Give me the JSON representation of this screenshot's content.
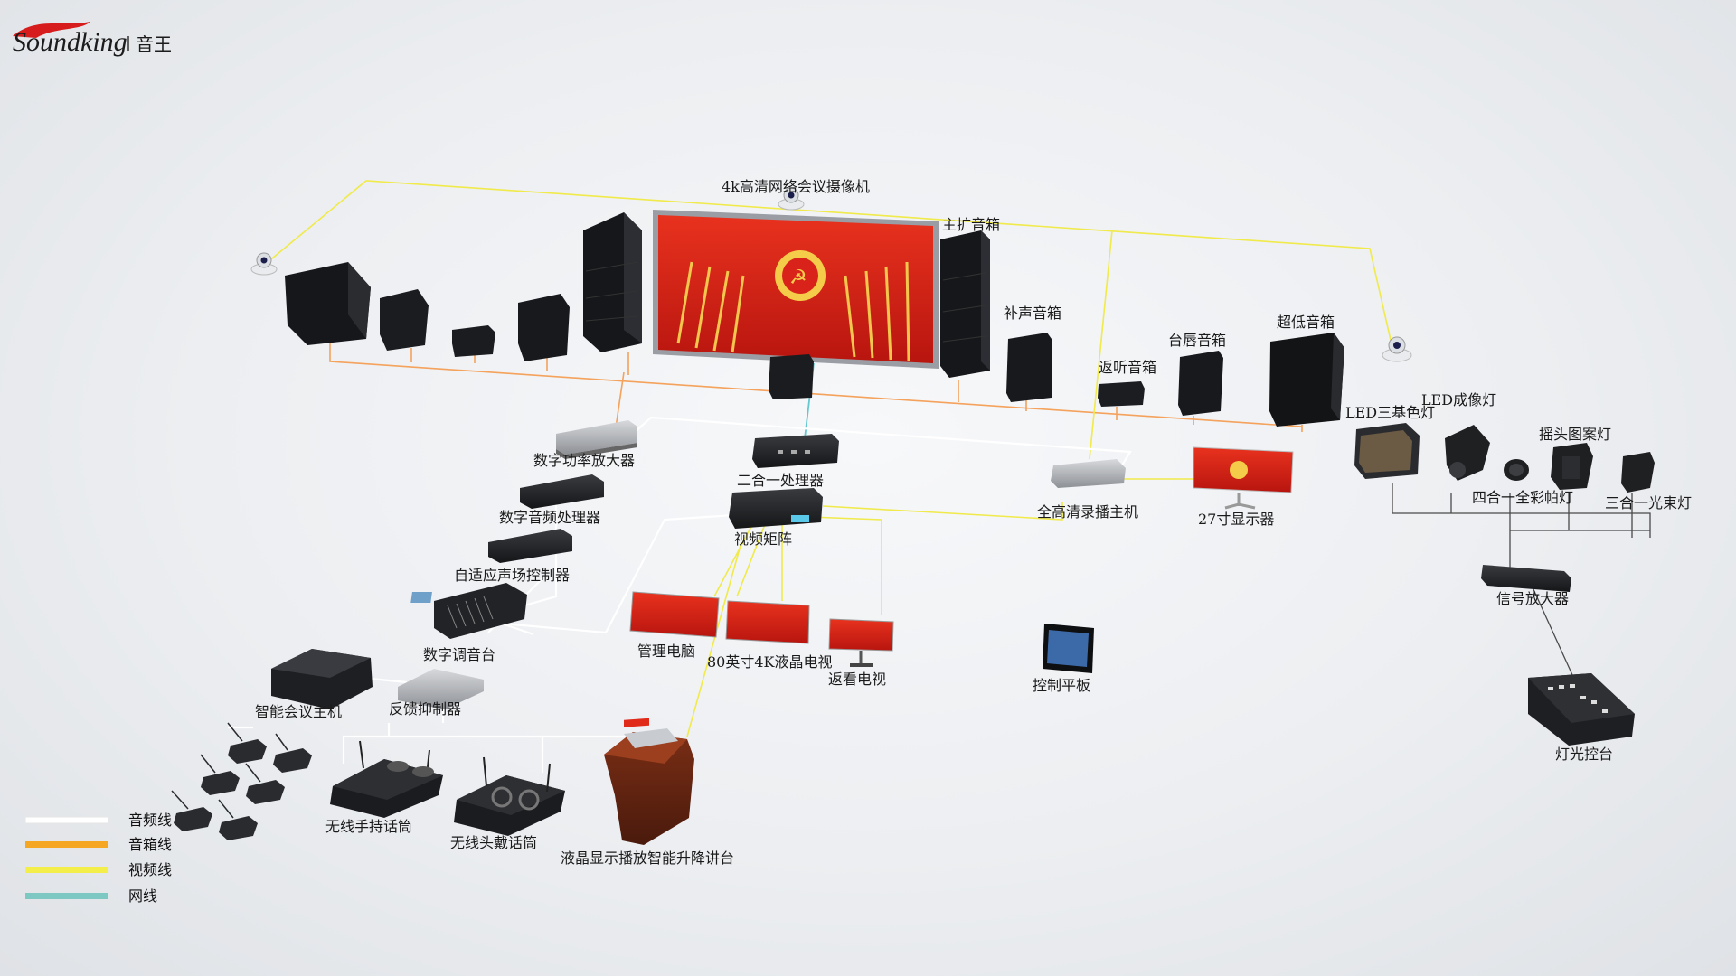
{
  "brand": {
    "name": "Soundking",
    "cn": "音王"
  },
  "labels": {
    "camera4k": "4k高清网络会议摄像机",
    "main_speaker": "主扩音箱",
    "fill_speaker": "补声音箱",
    "monitor_speaker": "返听音箱",
    "lip_speaker": "台唇音箱",
    "subwoofer": "超低音箱",
    "led_tricolor": "LED三基色灯",
    "led_imaging": "LED成像灯",
    "moving_head": "摇头图案灯",
    "par_light": "四合一全彩帕灯",
    "beam_light": "三合一光束灯",
    "power_amp": "数字功率放大器",
    "audio_proc": "数字音频处理器",
    "adaptive_ctrl": "自适应声场控制器",
    "mixer": "数字调音台",
    "two_in_one": "二合一处理器",
    "video_matrix": "视频矩阵",
    "recorder": "全高清录播主机",
    "display27": "27寸显示器",
    "signal_amp": "信号放大器",
    "mgmt_pc": "管理电脑",
    "lcd80": "80英寸4K液晶电视",
    "return_tv": "返看电视",
    "tablet": "控制平板",
    "conf_host": "智能会议主机",
    "feedback": "反馈抑制器",
    "handheld_mic": "无线手持话筒",
    "headset_mic": "无线头戴话筒",
    "podium": "液晶显示播放智能升降讲台",
    "light_console": "灯光控台"
  },
  "legend": [
    {
      "label": "音频线",
      "color": "#ffffff"
    },
    {
      "label": "音箱线",
      "color": "#f5a623"
    },
    {
      "label": "视频线",
      "color": "#f4ee4a"
    },
    {
      "label": "网线",
      "color": "#7ec8c4"
    }
  ],
  "colors": {
    "audio": "#ffffff",
    "speaker": "#f4a25c",
    "video": "#f0ea4a",
    "network": "#64c8d0",
    "device": "#2a2b2e",
    "screen_red": "#d8221a",
    "brand_red": "#d61c1c"
  }
}
